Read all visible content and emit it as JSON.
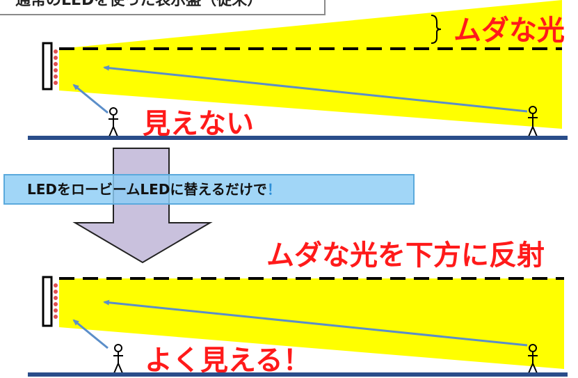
{
  "title": "通常のLEDを使った表示盤（従来）",
  "top_panel": {
    "wasted_light_label": "ムダな光",
    "not_visible_label": "見えない"
  },
  "banner": {
    "text": "LEDをロービームLEDに替えるだけで",
    "exclaim": "！"
  },
  "bottom_panel": {
    "reflect_label": "ムダな光を下方に反射",
    "visible_label": "よく見える！"
  },
  "colors": {
    "light_beam": "#ffff00",
    "label_red": "#ff1a1a",
    "ground": "#2a4d8a",
    "sight_arrow": "#5b8ec9",
    "banner_fill": "#8ccdf5",
    "down_arrow": "#c9c1dd"
  }
}
